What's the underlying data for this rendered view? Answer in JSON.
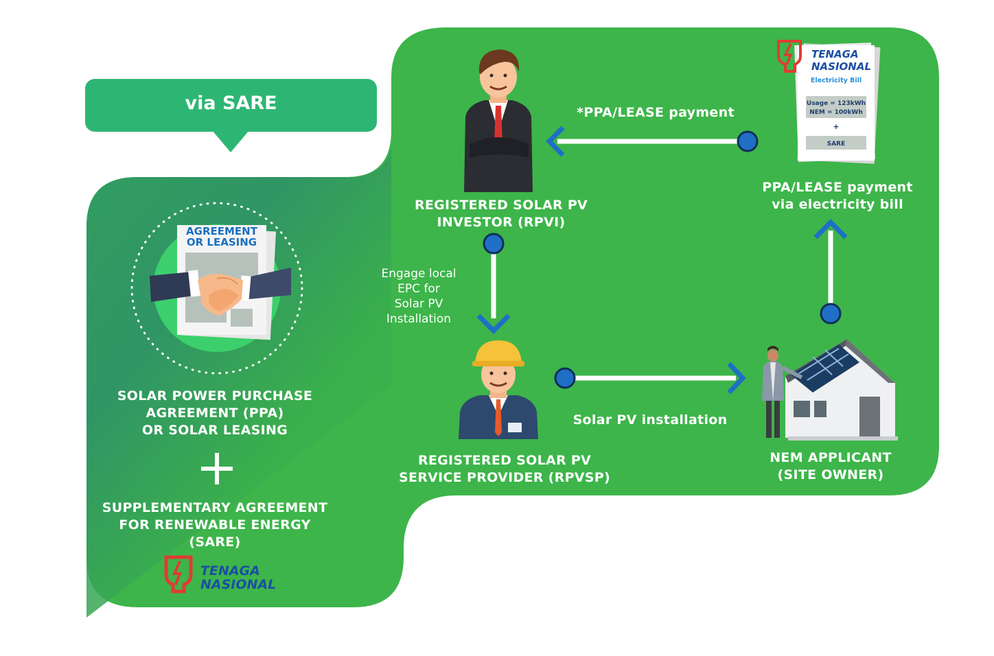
{
  "header": {
    "badge": "via SARE"
  },
  "left_panel": {
    "document_title_line1": "AGREEMENT",
    "document_title_line2": "OR LEASING",
    "ppa_title": [
      "SOLAR POWER PURCHASE",
      "AGREEMENT (PPA)",
      "OR SOLAR LEASING"
    ],
    "plus_symbol": "+",
    "sare_title": [
      "SUPPLEMENTARY AGREEMENT",
      "FOR RENEWABLE ENERGY",
      "(SARE)"
    ],
    "logo_line1": "TENAGA",
    "logo_line2": "NASIONAL"
  },
  "nodes": {
    "investor": [
      "REGISTERED SOLAR PV",
      "INVESTOR (RPVI)"
    ],
    "service_provider": [
      "REGISTERED SOLAR PV",
      "SERVICE PROVIDER (RPVSP)"
    ],
    "applicant": [
      "NEM APPLICANT",
      "(SITE OWNER)"
    ],
    "bill_payment": [
      "PPA/LEASE payment",
      "via electricity bill"
    ]
  },
  "edges": {
    "ppa_payment": "*PPA/LEASE payment",
    "engage_epc": [
      "Engage local",
      "EPC for",
      "Solar PV",
      "Installation"
    ],
    "installation": "Solar PV installation"
  },
  "bill": {
    "logo_line1": "TENAGA",
    "logo_line2": "NASIONAL",
    "title": "Electricity Bill",
    "usage": "Usage = 123kWh",
    "nem": "NEM = 100kWh",
    "plus": "+",
    "sare": "SARE"
  },
  "colors": {
    "green": "#3db54a",
    "pill_green": "#2db673",
    "dot_blue": "#1f6fc5",
    "tnb_red": "#e03c31",
    "tnb_blue": "#1b4fa3"
  }
}
